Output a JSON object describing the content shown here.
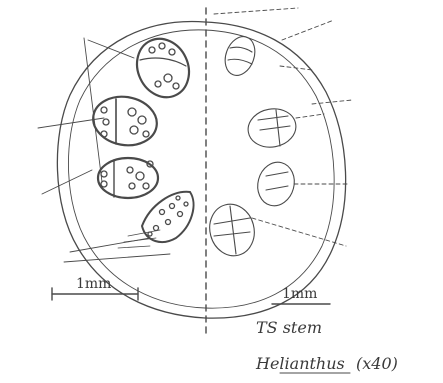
{
  "drawing": {
    "subject": "T.S. of Helianthus stem",
    "scale_bar_label": "1mm",
    "magnified_scale_label": "1mm",
    "caption_line1": "TS stem",
    "caption_line2": "Helianthus",
    "caption_magnification": "(x40)",
    "ink_color": "#3a3a3a"
  }
}
